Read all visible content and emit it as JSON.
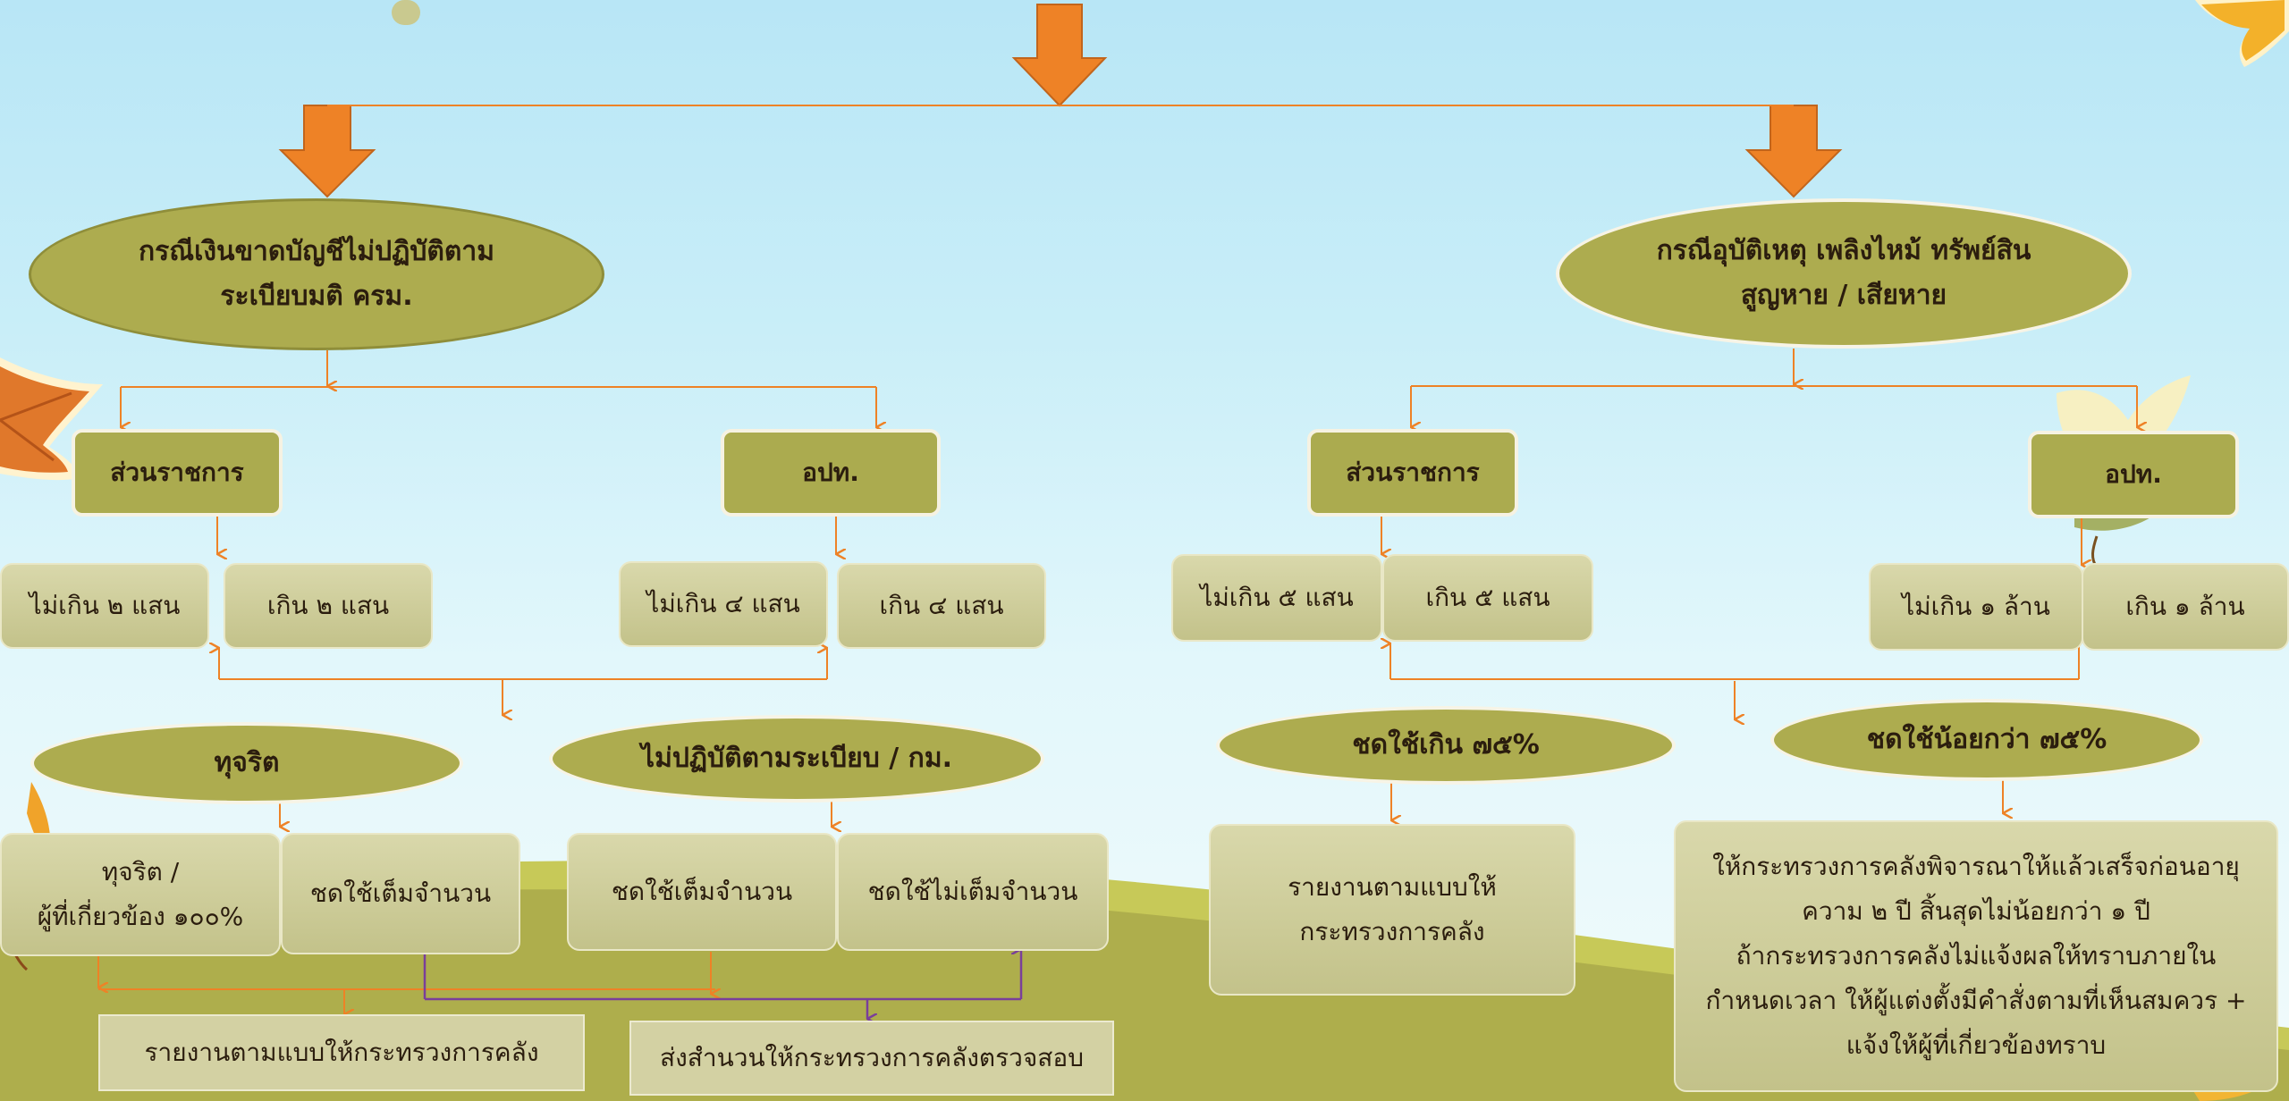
{
  "left_branch": {
    "case_title": "กรณีเงินขาดบัญชีไม่ปฏิบัติตาม\nระเบียบมติ ครม.",
    "unit_gov": "ส่วนราชการ",
    "unit_local": "อปท.",
    "gov_le": "ไม่เกิน ๒ แสน",
    "gov_gt": "เกิน ๒ แสน",
    "local_le": "ไม่เกิน ๔ แสน",
    "local_gt": "เกิน ๔ แสน",
    "fraud": "ทุจริต",
    "noncompliance": "ไม่ปฏิบัติตามระเบียบ / กม.",
    "fraud_person": "ทุจริต /\nผู้ที่เกี่ยวข้อง ๑๐๐%",
    "fraud_full": "ชดใช้เต็มจำนวน",
    "nc_full": "ชดใช้เต็มจำนวน",
    "nc_partial": "ชดใช้ไม่เต็มจำนวน",
    "report": "รายงานตามแบบให้กระทรวงการคลัง",
    "send": "ส่งสำนวนให้กระทรวงการคลังตรวจสอบ"
  },
  "right_branch": {
    "case_title": "กรณีอุบัติเหตุ เพลิงไหม้ ทรัพย์สิน\nสูญหาย / เสียหาย",
    "unit_gov": "ส่วนราชการ",
    "unit_local": "อปท.",
    "gov_le": "ไม่เกิน ๕ แสน",
    "gov_gt": "เกิน ๕ แสน",
    "local_le": "ไม่เกิน ๑ ล้าน",
    "local_gt": "เกิน ๑ ล้าน",
    "over75": "ชดใช้เกิน  ๗๕%",
    "under75": "ชดใช้น้อยกว่า ๗๕%",
    "report": "รายงานตามแบบให้\nกระทรวงการคลัง",
    "mof_consider": "ให้กระทรวงการคลังพิจารณาให้แล้วเสร็จก่อนอายุ\nความ ๒ ปี สิ้นสุดไม่น้อยกว่า ๑ ปี\nถ้ากระทรวงการคลังไม่แจ้งผลให้ทราบภายใน\nกำหนดเวลา ให้ผู้แต่งตั้งมีคำสั่งตามที่เห็นสมควร +\nแจ้งให้ผู้ที่เกี่ยวข้องทราบ"
  },
  "colors": {
    "arrow_orange": "#ee8226",
    "connector_purple": "#7a3f9a",
    "node_olive": "#adac4f",
    "node_light": "#d0cf9e",
    "hill": "#aeae4c"
  },
  "icons": [
    "leaf-icon",
    "leaf-icon",
    "leaf-icon",
    "leaf-icon",
    "leaf-icon"
  ]
}
